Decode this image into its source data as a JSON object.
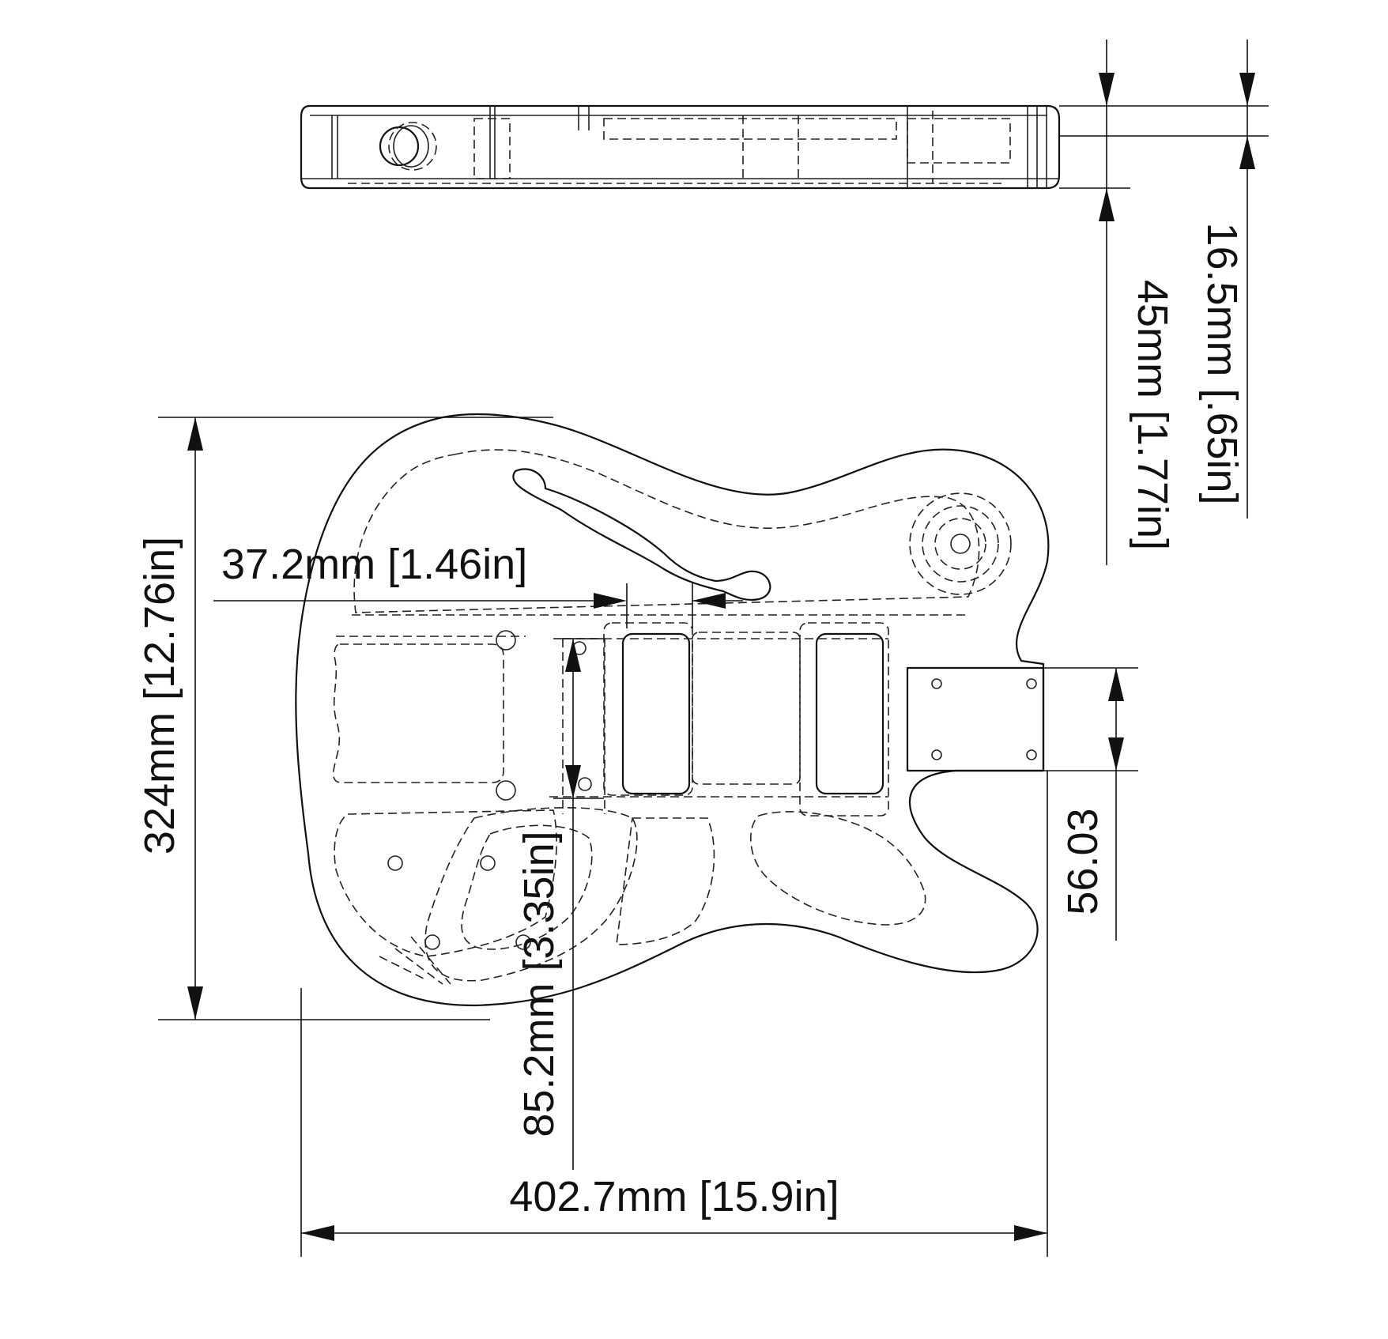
{
  "drawing": {
    "dimensions": {
      "overall_width": "402.7mm [15.9in]",
      "overall_height": "324mm [12.76in]",
      "f_hole_offset": "37.2mm [1.46in]",
      "pickup_spacing": "85.2mm [3.35in]",
      "neck_pocket_offset": "56.03",
      "body_thickness": "45mm [1.77in]",
      "top_thickness": "16.5mm [.65in]"
    }
  }
}
